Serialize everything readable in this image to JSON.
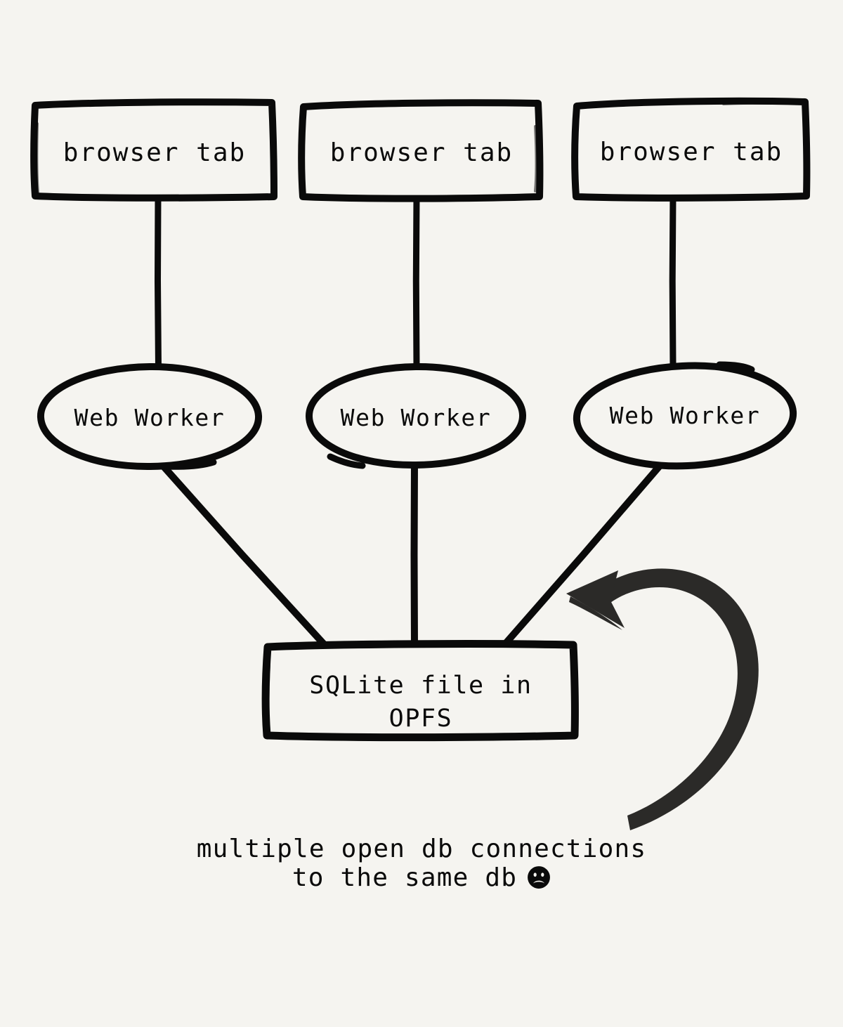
{
  "page": {
    "title": "SQLite in OPFS with multiple browser tabs",
    "background_color": "#F5F4F0",
    "ink_color": "#0A0A0A",
    "arrow_color": "#2B2A28",
    "style": "hand-drawn sketch diagram"
  },
  "nodes": {
    "tabs": [
      {
        "id": "tab-1",
        "label": "browser tab",
        "shape": "rectangle"
      },
      {
        "id": "tab-2",
        "label": "browser tab",
        "shape": "rectangle"
      },
      {
        "id": "tab-3",
        "label": "browser tab",
        "shape": "rectangle"
      }
    ],
    "workers": [
      {
        "id": "worker-1",
        "label": "Web Worker",
        "shape": "ellipse"
      },
      {
        "id": "worker-2",
        "label": "Web Worker",
        "shape": "ellipse"
      },
      {
        "id": "worker-3",
        "label": "Web Worker",
        "shape": "ellipse"
      }
    ],
    "store": {
      "id": "sqlite-opfs",
      "shape": "rectangle",
      "label_line_1": "SQLite file in",
      "label_line_2": "OPFS"
    }
  },
  "annotation": {
    "line_1": "multiple open db connections",
    "line_2": "to the same db",
    "emoji_name": "frowning-face-emoji",
    "emoji_glyph": "☹"
  },
  "edges": [
    {
      "from": "tab-1",
      "to": "worker-1",
      "kind": "vertical-line"
    },
    {
      "from": "tab-2",
      "to": "worker-2",
      "kind": "vertical-line"
    },
    {
      "from": "tab-3",
      "to": "worker-3",
      "kind": "vertical-line"
    },
    {
      "from": "worker-1",
      "to": "sqlite-opfs",
      "kind": "diagonal-line"
    },
    {
      "from": "worker-2",
      "to": "sqlite-opfs",
      "kind": "vertical-line"
    },
    {
      "from": "worker-3",
      "to": "sqlite-opfs",
      "kind": "diagonal-line"
    },
    {
      "from": "annotation",
      "to": "worker-3-to-store-edge",
      "kind": "curved-arrow"
    }
  ]
}
